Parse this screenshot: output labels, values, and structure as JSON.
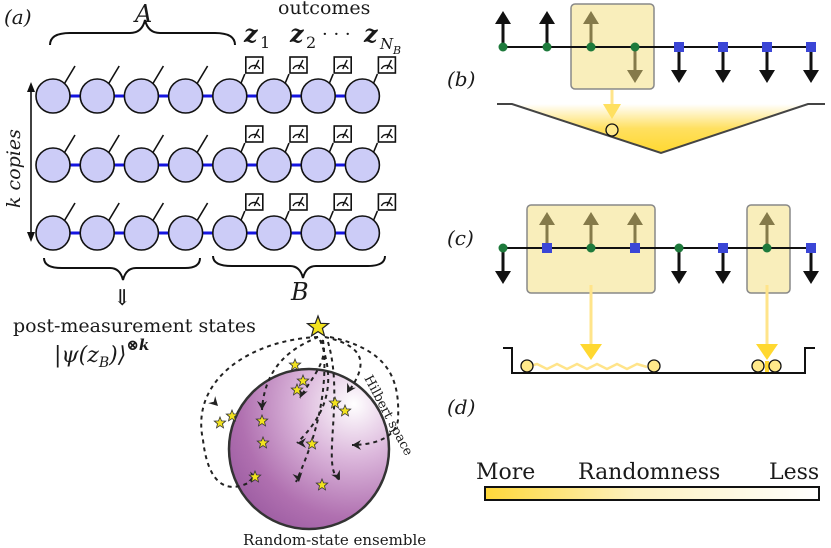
{
  "panels": {
    "a": {
      "label": "(a)",
      "subsystem_a": "A",
      "subsystem_b": "B",
      "outcomes_label": "outcomes",
      "outcomes": [
        "z",
        "z",
        "z"
      ],
      "outcome_subscripts": [
        "1",
        "2",
        "N"
      ],
      "outcome_subsub": "B",
      "ellipsis": "· · ·",
      "copies_label": "k copies",
      "implies_arrow": "⇓",
      "post_measurement_label": "post-measurement states",
      "state_formula": "|ψ(z",
      "state_formula_sub": "B",
      "state_formula_end": ")⟩",
      "state_power": "⊗k",
      "hilbert_label": "Hilbert space",
      "ensemble_label": "Random-state ensemble",
      "chain_rows": 3,
      "sites_per_chain": 8,
      "sites_in_a": 4,
      "sites_in_b": 4
    },
    "b": {
      "label": "(b)",
      "spins": [
        "up",
        "up",
        "up",
        "down",
        "down",
        "down",
        "down",
        "down"
      ],
      "site_types": [
        "circle",
        "circle",
        "circle",
        "circle",
        "square",
        "square",
        "square",
        "square"
      ],
      "highlighted_sites": [
        2,
        3
      ]
    },
    "c": {
      "label": "(c)",
      "spins": [
        "down",
        "up",
        "up",
        "up",
        "down",
        "down",
        "up",
        "down"
      ],
      "site_types": [
        "circle",
        "square",
        "circle",
        "square",
        "circle",
        "square",
        "circle",
        "square"
      ],
      "highlighted_groups": [
        [
          1,
          2,
          3
        ],
        [
          6
        ]
      ]
    },
    "d": {
      "label": "(d)",
      "colorbar_left": "More",
      "colorbar_title": "Randomness",
      "colorbar_right": "Less"
    }
  },
  "colors": {
    "site_fill": "#ccccf7",
    "bond": "#1515e0",
    "circle_site": "#1e7a3c",
    "square_site": "#3b46d6",
    "highlight_box": "#f9eebb",
    "highlight_arrow": "#857a4a",
    "gold": "#ffd83a",
    "sphere_dark": "#a05aa0",
    "star": "#f2e21e"
  }
}
